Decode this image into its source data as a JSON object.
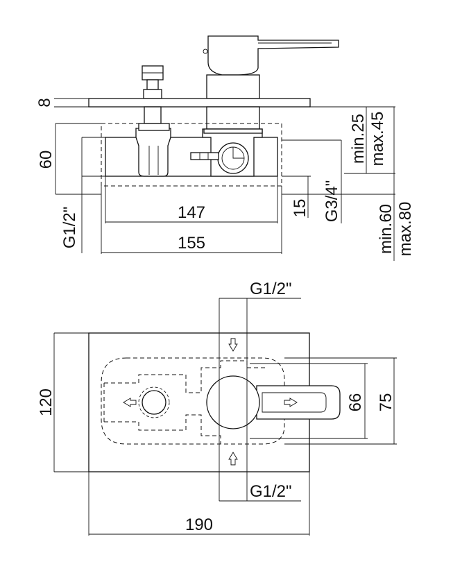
{
  "top_view": {
    "dims": {
      "plate_thickness": "8",
      "body_height": "60",
      "body_width": "147",
      "outer_width": "155",
      "offset": "15",
      "pipe_left": "G1/2\"",
      "pipe_right": "G3/4\"",
      "depth_min": "min.25",
      "depth_max": "max.45",
      "total_min": "min.60",
      "total_max": "max.80"
    }
  },
  "front_view": {
    "dims": {
      "inlet_top": "G1/2\"",
      "inlet_bottom": "G1/2\"",
      "plate_height": "120",
      "plate_width": "190",
      "lever_66": "66",
      "lever_75": "75"
    }
  },
  "colors": {
    "line": "#111111",
    "background": "#ffffff"
  }
}
